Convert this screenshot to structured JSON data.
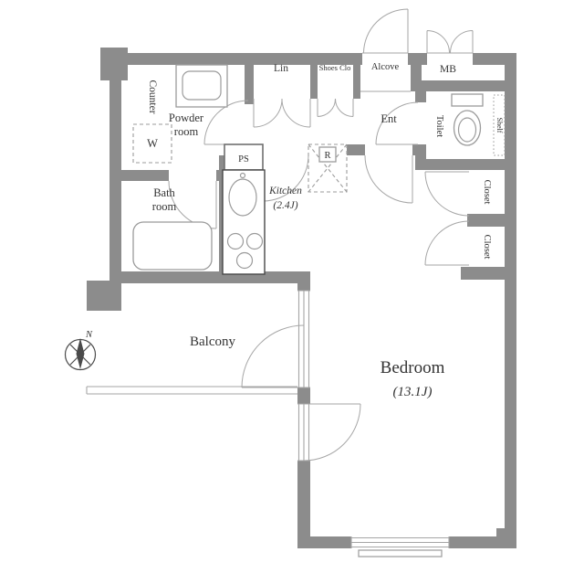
{
  "plan": {
    "labels": {
      "counter": "Counter",
      "powder_1": "Powder",
      "powder_2": "room",
      "lin": "Lin",
      "shoes": "Shoes Clo",
      "alcove": "Alcove",
      "mb": "MB",
      "ent": "Ent",
      "toilet": "Toilet",
      "shelf": "Shelf",
      "washer": "W",
      "bath_1": "Bath",
      "bath_2": "room",
      "ps": "PS",
      "kitchen_1": "Kitchen",
      "kitchen_2": "(2.4J)",
      "fridge": "R",
      "closet_1": "Closet",
      "closet_2": "Closet",
      "balcony": "Balcony",
      "bedroom_1": "Bedroom",
      "bedroom_2": "(13.1J)",
      "north": "N"
    },
    "colors": {
      "wall": "#8c8c8c",
      "line": "#a6a6a6",
      "fixture": "#9b9b9b",
      "counter_outline": "#474747",
      "ps_outline": "#6f6f6f",
      "compass": "#4a4a4a",
      "text": "#333333",
      "background": "#ffffff"
    }
  }
}
